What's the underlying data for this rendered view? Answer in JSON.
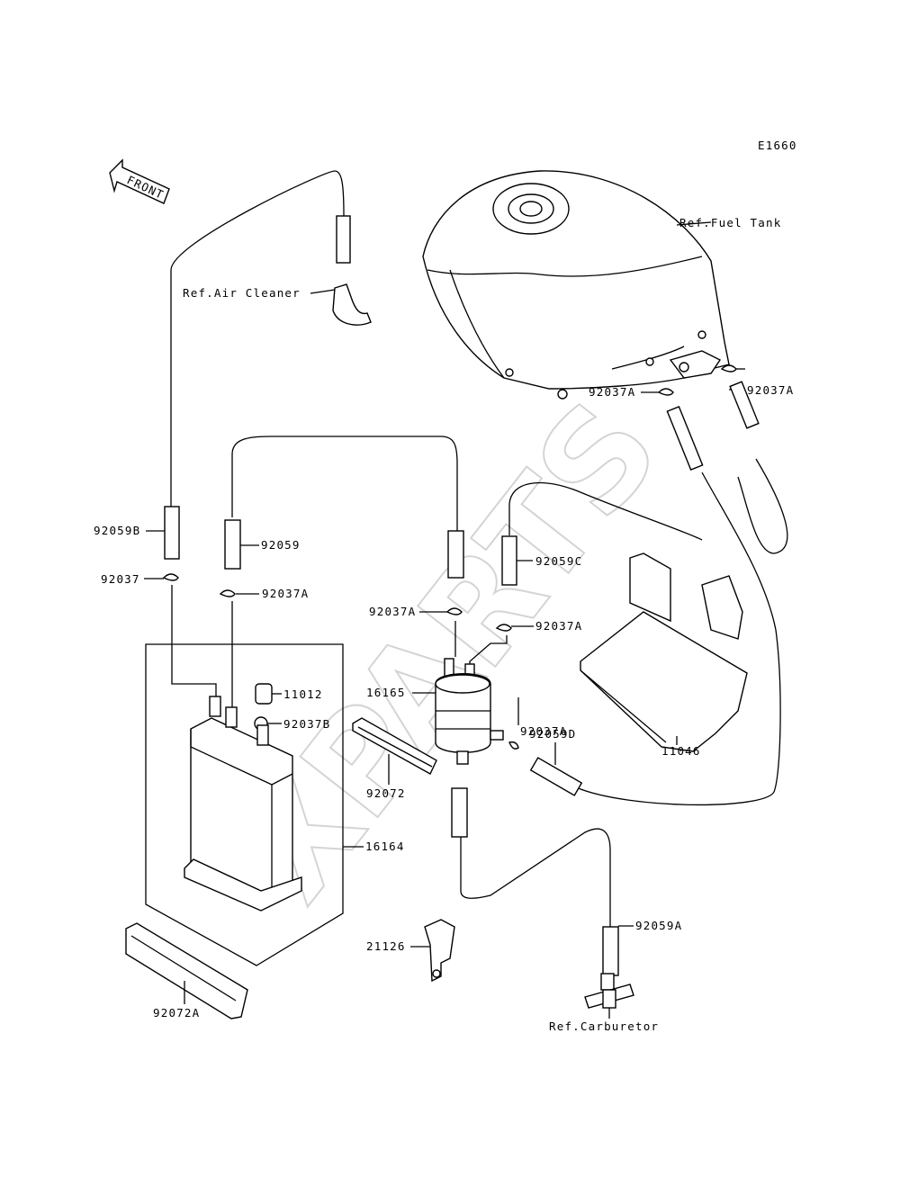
{
  "diagram_code": "E1660",
  "watermark": "XPARTS",
  "front_arrow": "FRONT",
  "labels": {
    "fuel_tank": "Ref.Fuel Tank",
    "air_cleaner": "Ref.Air Cleaner",
    "carburetor": "Ref.Carburetor",
    "p92037A_right": "92037A",
    "p92037A_tank": "92037A",
    "p92059B": "92059B",
    "p92059": "92059",
    "p92037": "92037",
    "p92037A_left": "92037A",
    "p92059C": "92059C",
    "p92037A_mid": "92037A",
    "p92037A_midright": "92037A",
    "p11012": "11012",
    "p16165": "16165",
    "p92037A_pump": "92037A",
    "p92037B": "92037B",
    "p92059D": "92059D",
    "p11046": "11046",
    "p92072": "92072",
    "p16164": "16164",
    "p92059A": "92059A",
    "p21126": "21126",
    "p92072A": "92072A"
  }
}
